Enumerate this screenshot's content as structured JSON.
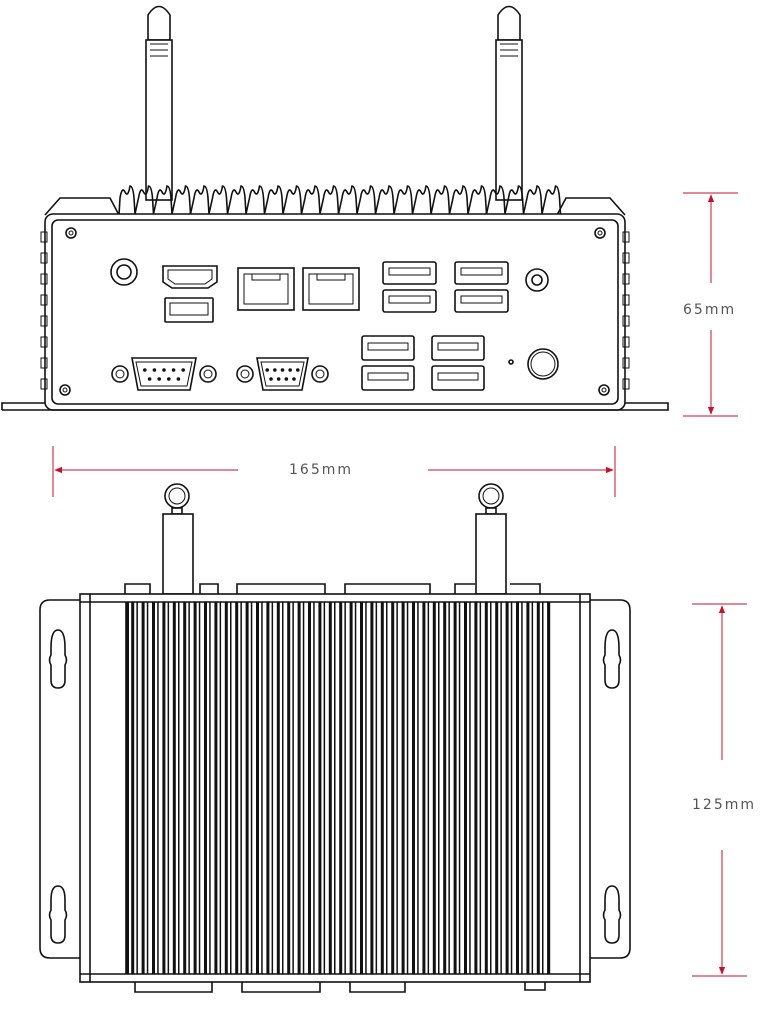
{
  "dimensions": {
    "height_label": "65mm",
    "width_label": "165mm",
    "depth_label": "125mm",
    "dimension_color": "#c8102e"
  },
  "views": [
    {
      "name": "front-view",
      "components": [
        "antenna",
        "antenna",
        "dc-jack",
        "hdmi-port",
        "display-port",
        "lan-port",
        "lan-port",
        "usb-port",
        "usb-port",
        "usb-port",
        "usb-port",
        "usb-port",
        "usb-port",
        "usb-port",
        "usb-port",
        "serial-port",
        "serial-port",
        "power-button",
        "led",
        "antenna-connector"
      ]
    },
    {
      "name": "top-view",
      "components": [
        "heatsink-fins",
        "mounting-bracket",
        "mounting-bracket",
        "antenna",
        "antenna"
      ]
    }
  ]
}
